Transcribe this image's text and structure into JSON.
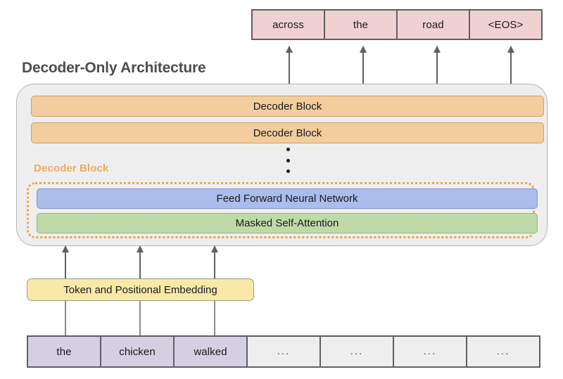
{
  "title": "Decoder-Only Architecture",
  "output_tokens": [
    "across",
    "the",
    "road",
    "<EOS>"
  ],
  "input_tokens": [
    {
      "text": "the",
      "filled": true
    },
    {
      "text": "chicken",
      "filled": true
    },
    {
      "text": "walked",
      "filled": true
    },
    {
      "text": "...",
      "filled": false
    },
    {
      "text": "...",
      "filled": false
    },
    {
      "text": "...",
      "filled": false
    },
    {
      "text": "...",
      "filled": false
    }
  ],
  "stack": {
    "block_1_label": "Decoder Block",
    "block_2_label": "Decoder Block",
    "continuation": "vertical-ellipsis"
  },
  "expanded": {
    "label": "Decoder Block",
    "ffn_label": "Feed Forward Neural Network",
    "attention_label": "Masked Self-Attention"
  },
  "embedding": {
    "label": "Token and Positional Embedding"
  },
  "colors": {
    "output_token": "#f0d1d2",
    "input_token_filled": "#d6cfe4",
    "input_token_empty": "#eeeeee",
    "decoder_block": "#f2cd9e",
    "ffn": "#aabdec",
    "attention": "#bfdaa8",
    "embedding": "#f8e9a9",
    "container": "#eeeeee",
    "expanded_border": "#eea445",
    "title_text": "#4d4d4d",
    "arrow": "#5f5f66"
  }
}
